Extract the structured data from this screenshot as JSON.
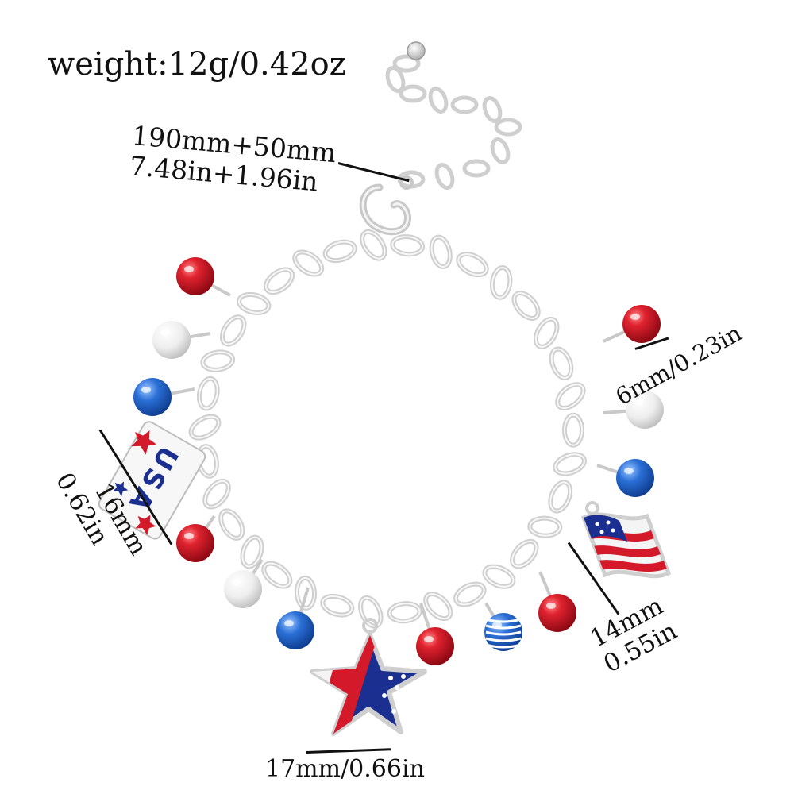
{
  "weight_label": "weight:12g/0.42oz",
  "length_label": {
    "line1": "190mm+50mm",
    "line2": "7.48in+1.96in"
  },
  "bead_label": "6mm/0.23in",
  "usa_charm_label": {
    "line1": "16mm",
    "line2": "0.62in"
  },
  "flag_charm_label": {
    "line1": "14mm",
    "line2": "0.55in"
  },
  "star_charm_label": "17mm/0.66in",
  "usa_charm_text": "USA",
  "colors": {
    "red_bead": "#d11224",
    "white_bead": "#f2f2f2",
    "blue_bead": "#1f5fc8",
    "chain": "#d9d9d9",
    "enamel_blue": "#1a2f8f",
    "enamel_red": "#d4192b",
    "ink": "#111111"
  }
}
